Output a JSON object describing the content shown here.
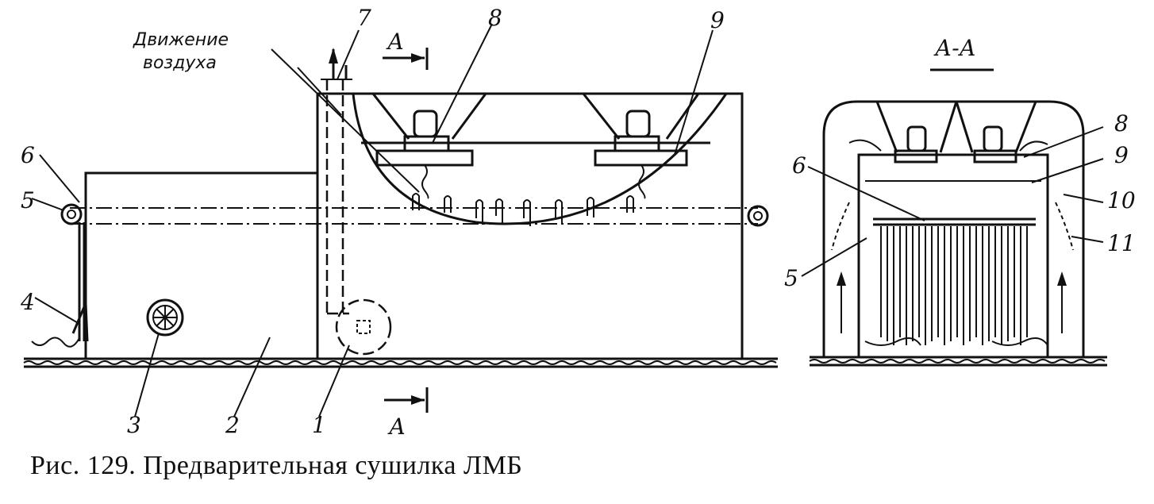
{
  "figure": {
    "caption": "Рис. 129. Предварительная сушилка ЛМБ",
    "air_note_line1": "Движение",
    "air_note_line2": "воздуха",
    "section_marker": "А",
    "section_title": "А-А",
    "main_labels": [
      "1",
      "2",
      "3",
      "4",
      "5",
      "6",
      "7",
      "8",
      "9"
    ],
    "section_labels": [
      "5",
      "6",
      "8",
      "9",
      "10",
      "11"
    ]
  }
}
